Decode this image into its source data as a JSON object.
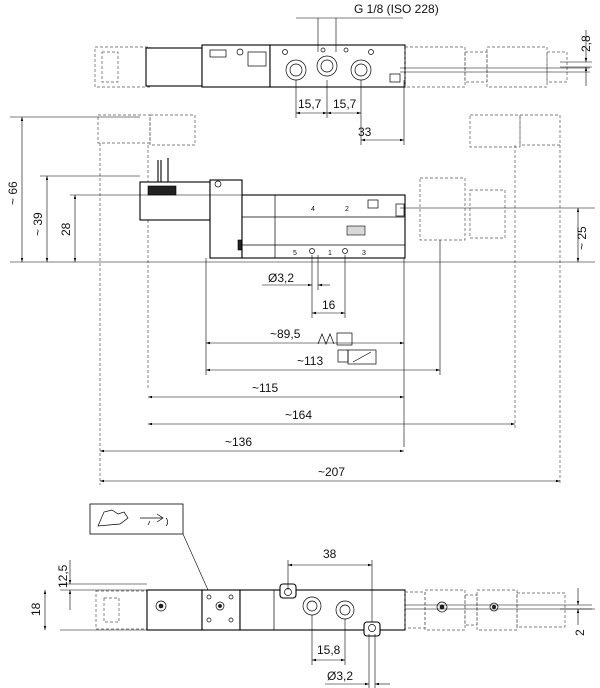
{
  "drawing": {
    "port_thread": "G 1/8 (ISO 228)",
    "top_view": {
      "pitch_a": "15,7",
      "pitch_b": "15,7",
      "span": "33",
      "height_right": "2,8"
    },
    "front_view": {
      "overall_height": "~ 66",
      "coil_height": "~ 39",
      "body_height": "28",
      "right_height": "~ 25",
      "hole_diameter": "Ø3,2",
      "hole_pitch": "16",
      "port_labels": [
        "4",
        "2",
        "5",
        "1",
        "3"
      ],
      "lengths": [
        "~89,5",
        "~113",
        "~115",
        "~164",
        "~136",
        "~207"
      ]
    },
    "bottom_view": {
      "mount_height": "12,5",
      "body_width": "18",
      "mount_span": "38",
      "port_pitch": "15,8",
      "hole_diameter": "Ø3,2",
      "right_offset": "2"
    }
  }
}
